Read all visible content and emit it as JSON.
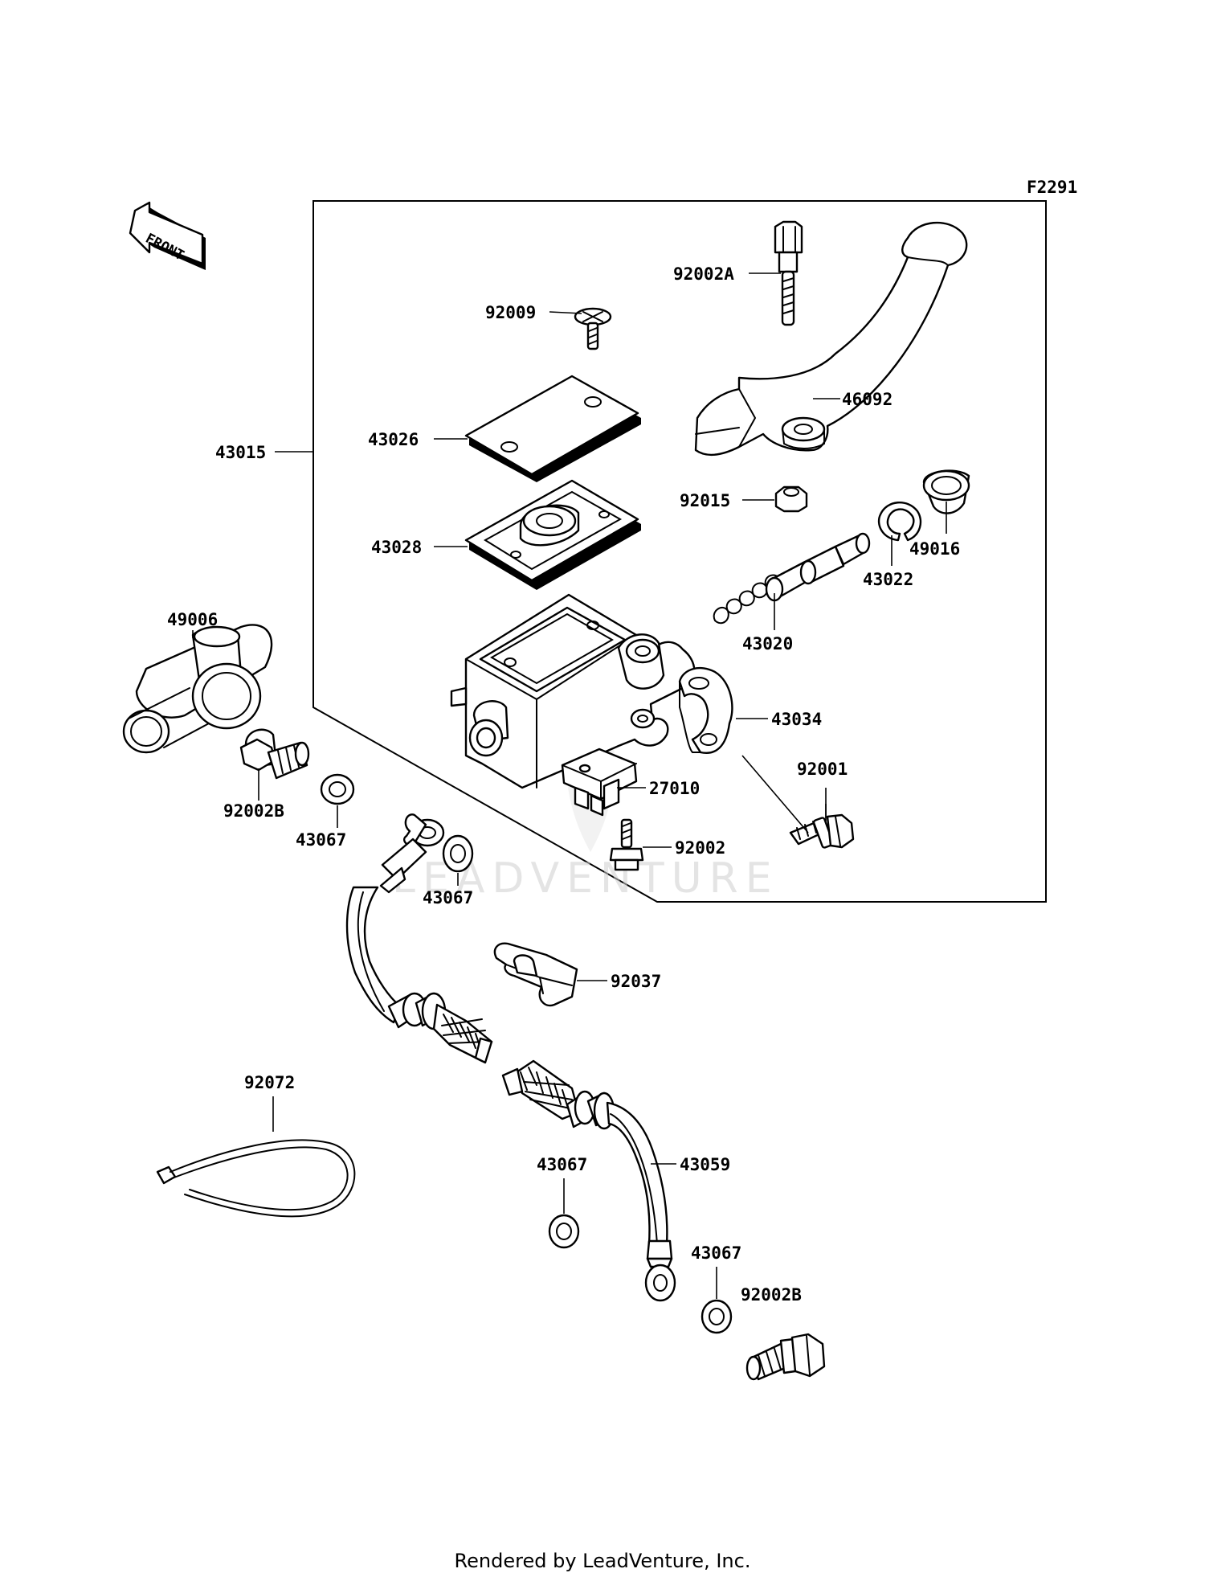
{
  "diagram": {
    "figure_code": "F2291",
    "front_label": "FRONT",
    "watermark": "LEADVENTURE",
    "footer": "Rendered by LeadVenture, Inc.",
    "callouts": {
      "c92002A": "92002A",
      "c92009": "92009",
      "c46092": "46092",
      "c43015": "43015",
      "c43026": "43026",
      "c92015": "92015",
      "c43022": "43022",
      "c49016": "49016",
      "c43028": "43028",
      "c43020": "43020",
      "c49006": "49006",
      "c43034": "43034",
      "c92001": "92001",
      "c27010": "27010",
      "c92002B_top": "92002B",
      "c43067_left": "43067",
      "c92002": "92002",
      "c43067_mid": "43067",
      "c92037": "92037",
      "c92072": "92072",
      "c43067_low": "43067",
      "c43059": "43059",
      "c43067_right": "43067",
      "c92002B_bottom": "92002B"
    }
  }
}
